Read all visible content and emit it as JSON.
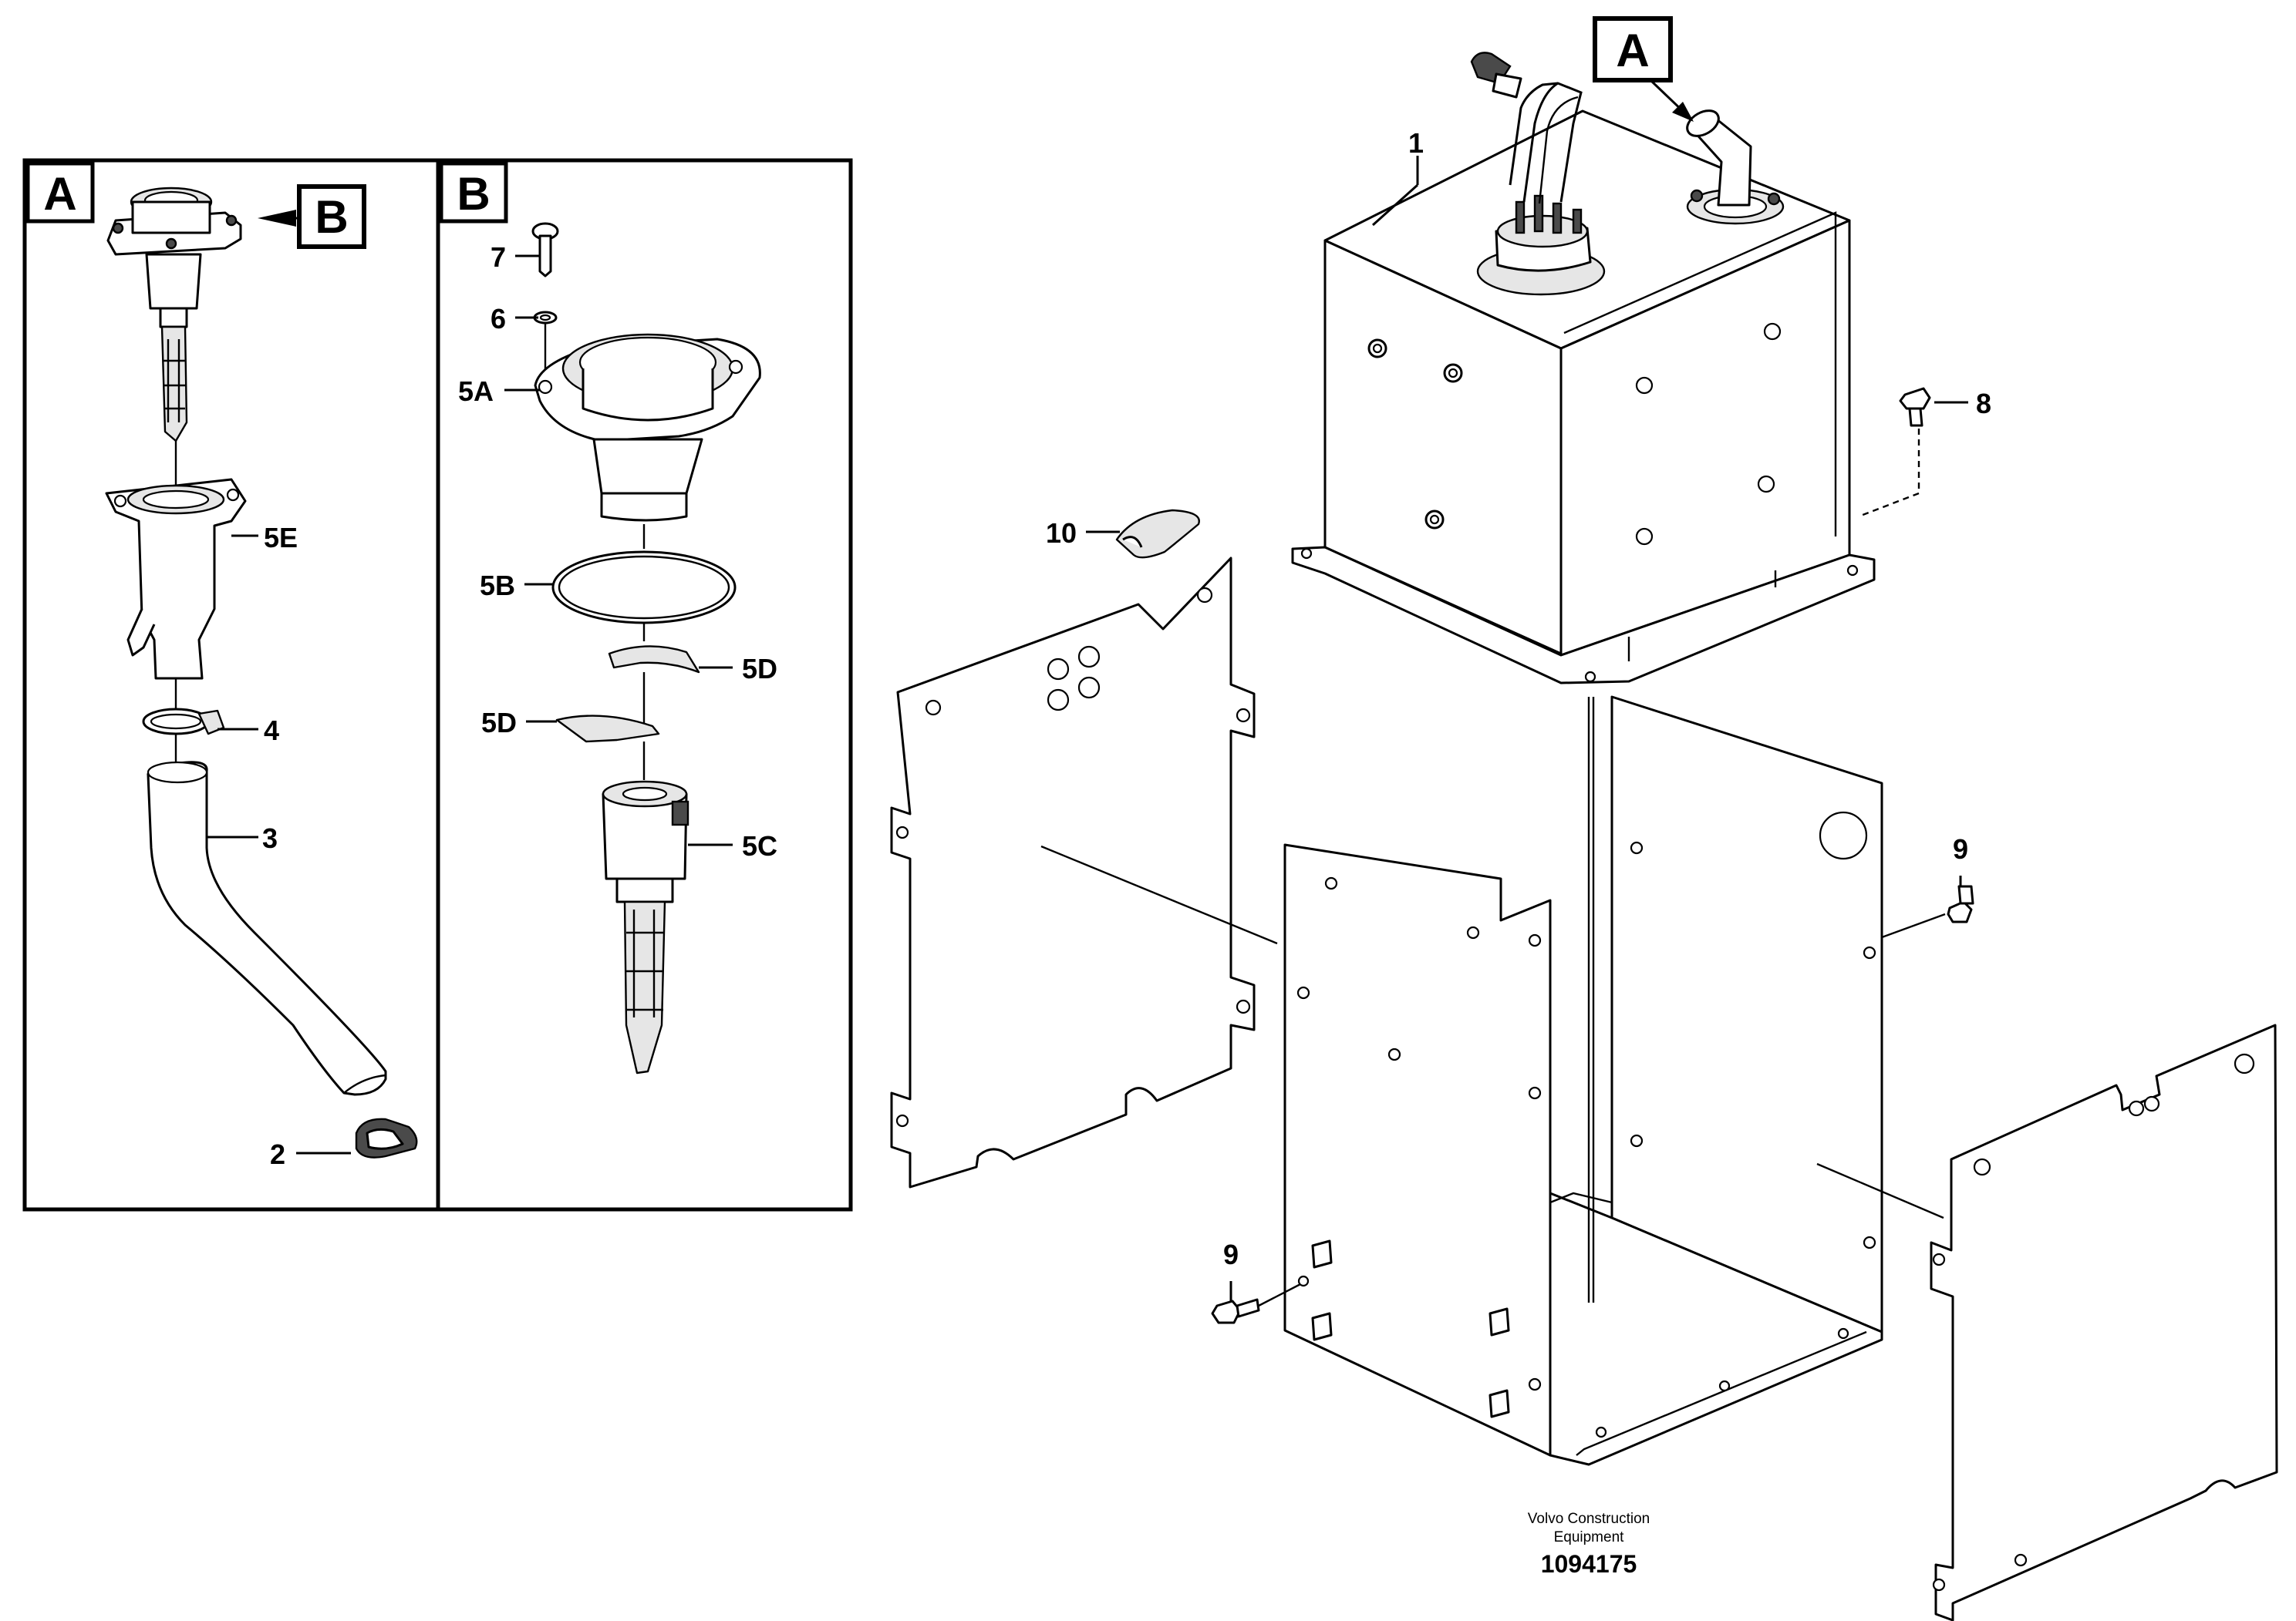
{
  "callouts": {
    "c1": "1",
    "c2": "2",
    "c3": "3",
    "c4": "4",
    "c5a": "5A",
    "c5b": "5B",
    "c5c": "5C",
    "c5d_right": "5D",
    "c5d_left": "5D",
    "c5e": "5E",
    "c6": "6",
    "c7": "7",
    "c8": "8",
    "c9_upper": "9",
    "c9_lower": "9",
    "c10": "10"
  },
  "detail_labels": {
    "panel_a": "A",
    "panel_a_ref_b": "B",
    "panel_b": "B",
    "main_ref_a": "A"
  },
  "footer": {
    "company_line1": "Volvo Construction",
    "company_line2": "Equipment",
    "drawing_number": "1094175"
  }
}
